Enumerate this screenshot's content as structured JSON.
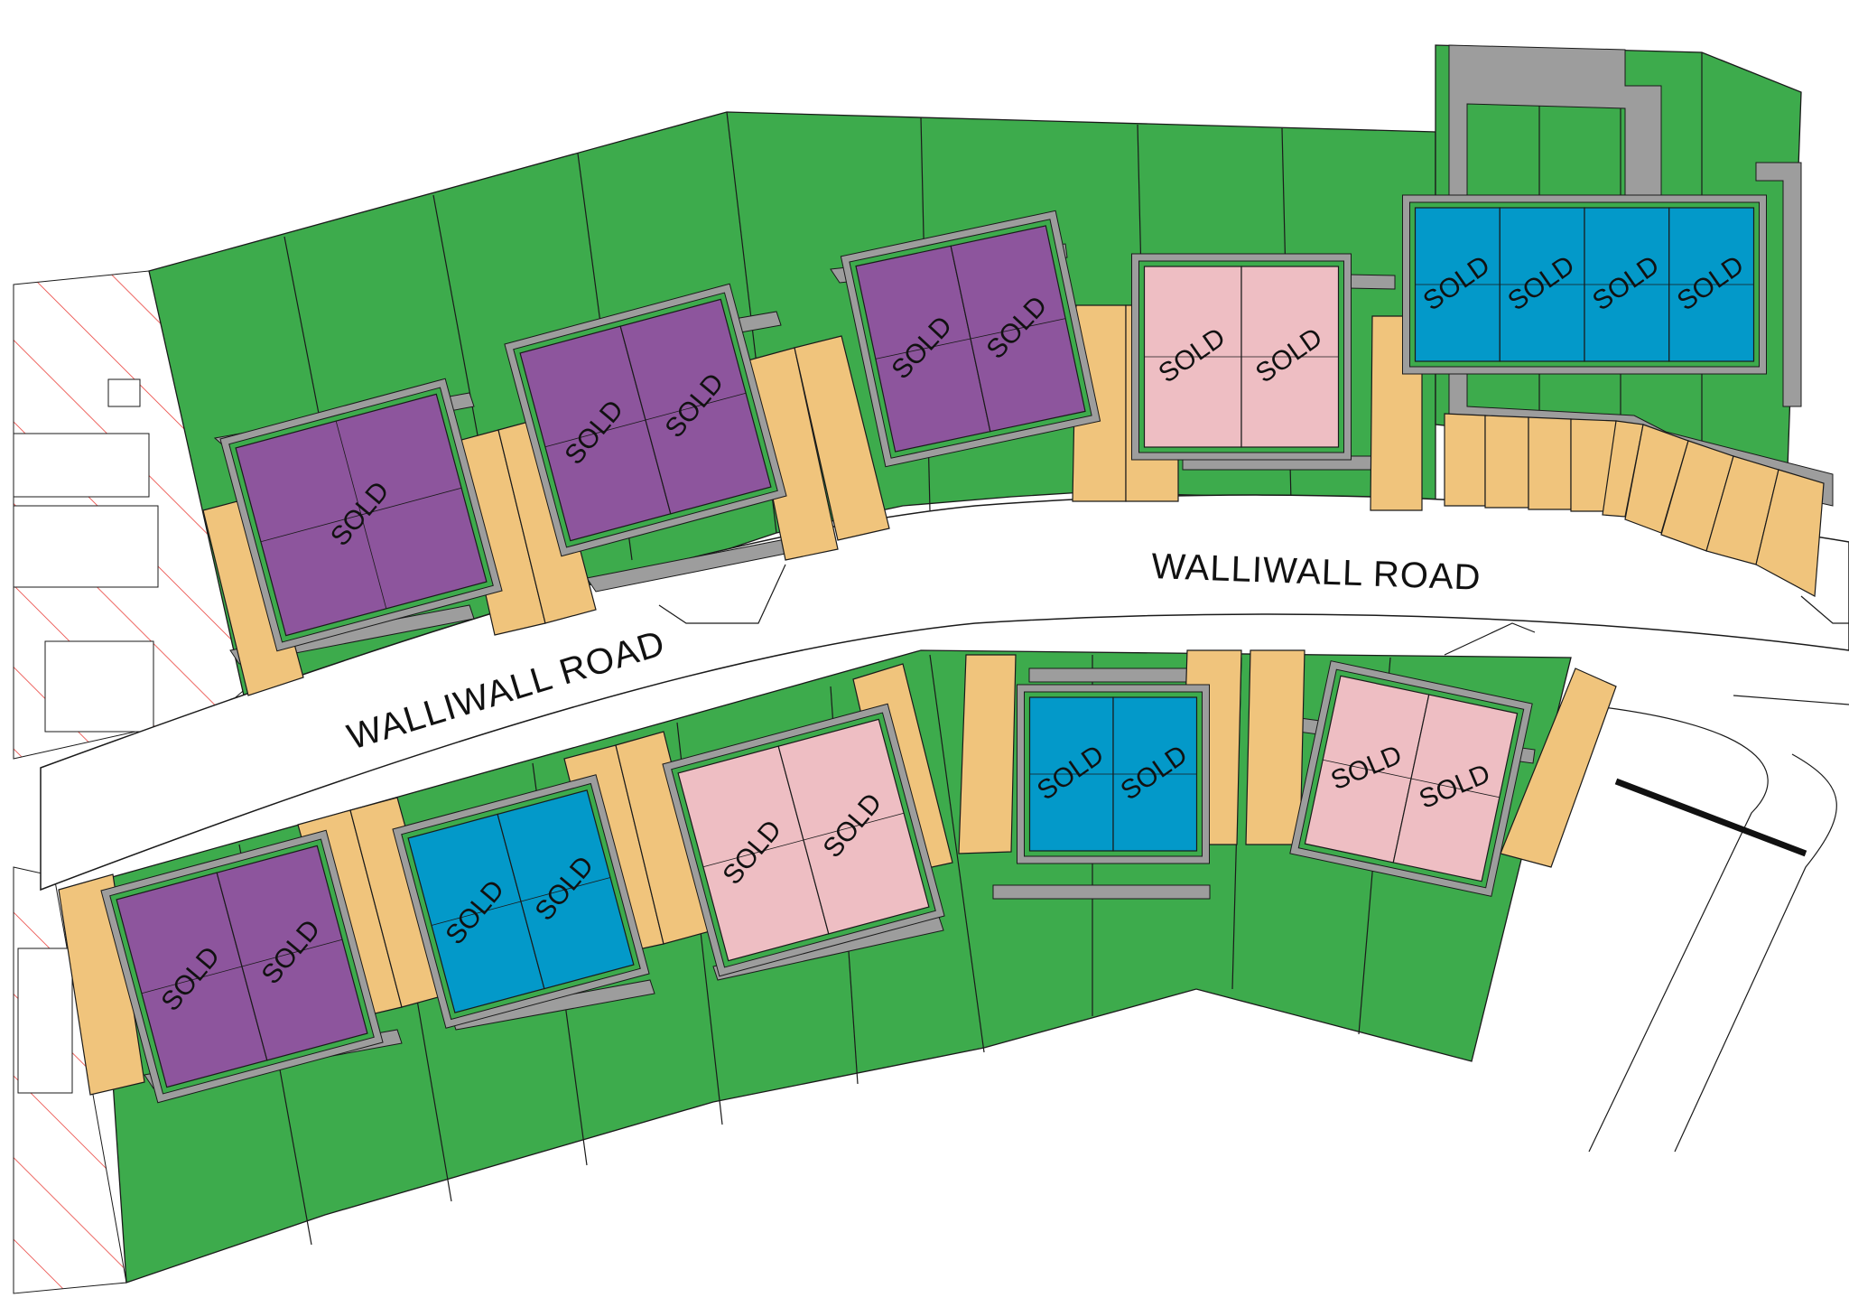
{
  "map": {
    "colors": {
      "garden": "#3dab4c",
      "paving": "#9d9d9d",
      "driveway": "#f0c47c",
      "purple_plot": "#8d559d",
      "blue_plot": "#0399c9",
      "pink_plot": "#eebec3",
      "hatch": "#e8322c",
      "road": "#ffffff"
    },
    "roads": [
      {
        "name": "WALLIWALL ROAD"
      },
      {
        "name": "WALLIWALL ROAD"
      }
    ],
    "plot_groups": [
      {
        "status": "purple_plot",
        "units": [
          "SOLD"
        ]
      },
      {
        "status": "purple_plot",
        "units": [
          "SOLD",
          "SOLD"
        ]
      },
      {
        "status": "purple_plot",
        "units": [
          "SOLD",
          "SOLD"
        ]
      },
      {
        "status": "pink_plot",
        "units": [
          "SOLD",
          "SOLD"
        ]
      },
      {
        "status": "blue_plot",
        "units": [
          "SOLD",
          "SOLD",
          "SOLD",
          "SOLD"
        ]
      },
      {
        "status": "purple_plot",
        "units": [
          "SOLD",
          "SOLD"
        ]
      },
      {
        "status": "blue_plot",
        "units": [
          "SOLD",
          "SOLD"
        ]
      },
      {
        "status": "pink_plot",
        "units": [
          "SOLD",
          "SOLD"
        ]
      },
      {
        "status": "blue_plot",
        "units": [
          "SOLD",
          "SOLD"
        ]
      },
      {
        "status": "pink_plot",
        "units": [
          "SOLD",
          "SOLD"
        ]
      }
    ]
  }
}
